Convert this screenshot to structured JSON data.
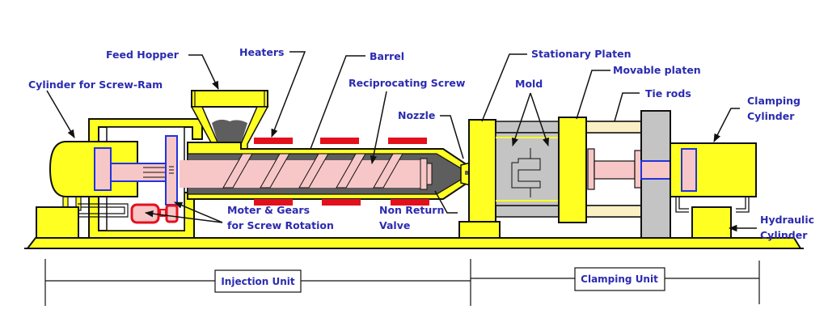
{
  "title": "Injection Molding Machine",
  "colors": {
    "frame": "#ffff22",
    "outline": "#111111",
    "screw": "#f7c6c6",
    "material": "#5e5e5e",
    "heater": "#e3101c",
    "mold": "#c4c4c4",
    "tie_rod": "#fbefc4",
    "piston_outline": "#2233dd",
    "motor_outline": "#e3101c",
    "label": "#2b2bb0",
    "leader": "#111111"
  },
  "labels": {
    "feed_hopper": "Feed Hopper",
    "heaters": "Heaters",
    "barrel": "Barrel",
    "cylinder_screw_ram": "Cylinder for Screw-Ram",
    "reciprocating_screw": "Reciprocating Screw",
    "nozzle": "Nozzle",
    "stationary_platen": "Stationary Platen",
    "movable_platen": "Movable platen",
    "mold": "Mold",
    "tie_rods": "Tie rods",
    "clamping_cylinder_line1": "Clamping",
    "clamping_cylinder_line2": "Cylinder",
    "motor_gears_line1": "Moter & Gears",
    "motor_gears_line2": "for Screw Rotation",
    "non_return_line1": "Non Return",
    "non_return_line2": "Valve",
    "hydraulic_line1": "Hydraulic",
    "hydraulic_line2": "Cylinder"
  },
  "units": {
    "injection": "Injection Unit",
    "clamping": "Clamping Unit"
  }
}
